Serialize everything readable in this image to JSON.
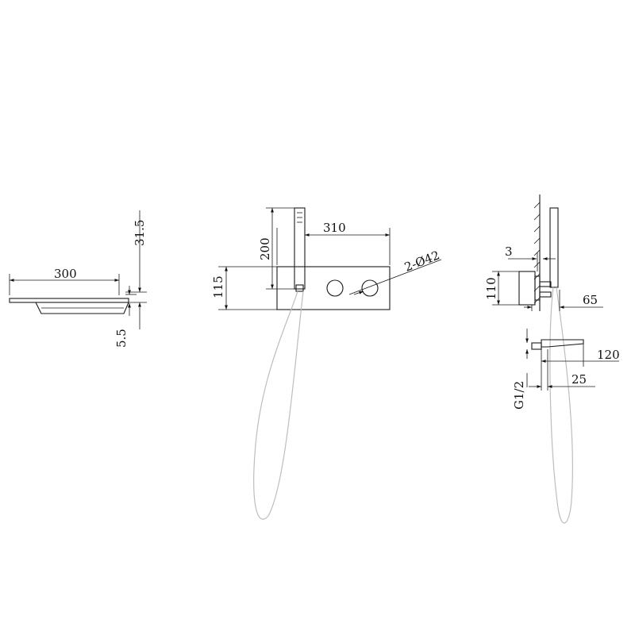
{
  "drawing": {
    "shelf": {
      "dims": {
        "width": "300",
        "height_top": "31.5",
        "thickness": "5.5"
      }
    },
    "front": {
      "dims": {
        "width": "310",
        "height": "200",
        "plate_height": "115",
        "knob": "2-Ø42"
      }
    },
    "side": {
      "dims": {
        "wall_gap": "3",
        "plate_height": "110",
        "depth": "65",
        "spout_length": "120",
        "outlet_offset": "25",
        "thread": "G1/2"
      }
    }
  }
}
